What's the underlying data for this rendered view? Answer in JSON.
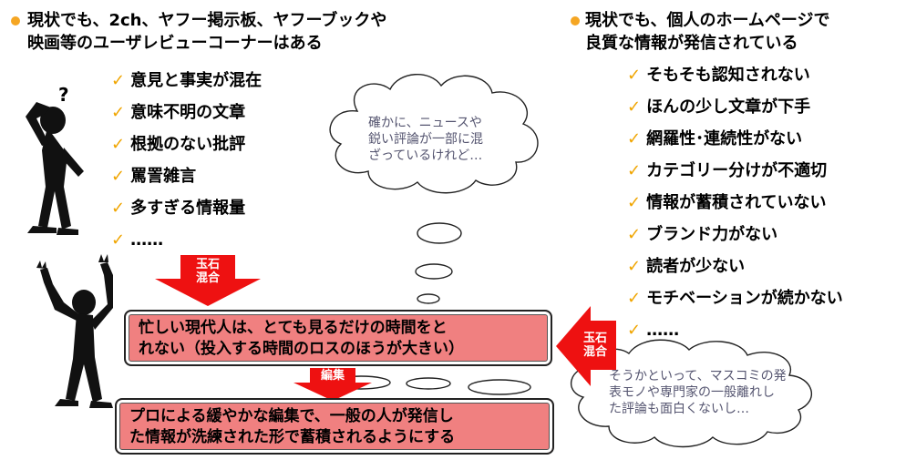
{
  "left": {
    "heading": [
      "現状でも、2ch、ヤフー掲示板、ヤフーブックや",
      "映画等のユーザレビューコーナーはある"
    ],
    "items": [
      "意見と事実が混在",
      "意味不明の文章",
      "根拠のない批評",
      "罵詈雑言",
      "多すぎる情報量",
      "……"
    ]
  },
  "right": {
    "heading": [
      "現状でも、個人のホームページで",
      "良質な情報が発信されている"
    ],
    "items": [
      "そもそも認知されない",
      "ほんの少し文章が下手",
      "網羅性･連続性がない",
      "カテゴリー分けが不適切",
      "情報が蓄積されていない",
      "ブランド力がない",
      "読者が少ない",
      "モチベーションが続かない",
      "……"
    ]
  },
  "arrows": {
    "top_label": [
      "玉石",
      "混合"
    ],
    "right_label": [
      "玉石",
      "混合"
    ],
    "edit_label": "編集"
  },
  "boxes": {
    "middle": [
      "忙しい現代人は、とても見るだけの時間をと",
      "れない（投入する時間のロスのほうが大きい）"
    ],
    "bottom": [
      "プロによる緩やかな編集で、一般の人が発信し",
      "た情報が洗練された形で蓄積されるようにする"
    ]
  },
  "bubbles": {
    "top": [
      "確かに、ニュースや",
      "鋭い評論が一部に混",
      "ざっているけれど…"
    ],
    "bottom": [
      "そうかといって、マスコミの発",
      "表モノや専門家の一般離れし",
      "た評論も面白くないし…"
    ]
  },
  "figures": {
    "question_mark": "?"
  },
  "colors": {
    "bullet": "#f5a623",
    "check": "#f0a500",
    "box_fill": "#f08080",
    "arrow_red": "#ee1111"
  }
}
